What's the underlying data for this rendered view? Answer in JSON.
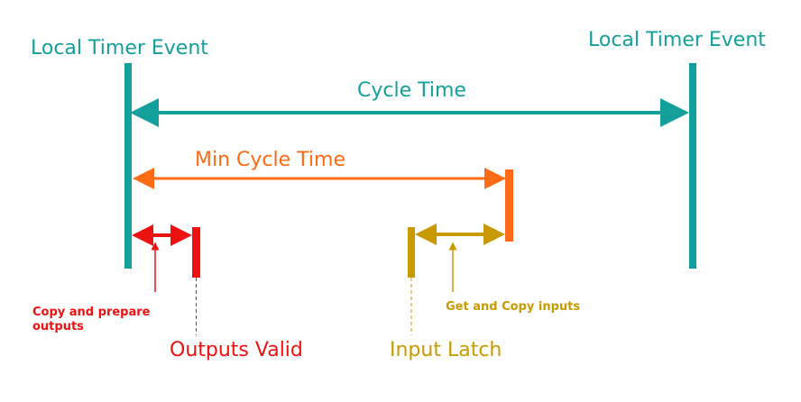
{
  "labels": {
    "left_event": "Local Timer Event",
    "right_event": "Local Timer Event",
    "cycle_time": "Cycle Time",
    "min_cycle_time": "Min Cycle Time",
    "copy_prepare": "Copy and prepare outputs",
    "get_copy": "Get and Copy inputs",
    "outputs_valid": "Outputs Valid",
    "input_latch": "Input Latch"
  },
  "colors": {
    "teal": "#14a09a",
    "orange": "#ff6a14",
    "red": "#ee1111",
    "gold": "#c99a00"
  }
}
